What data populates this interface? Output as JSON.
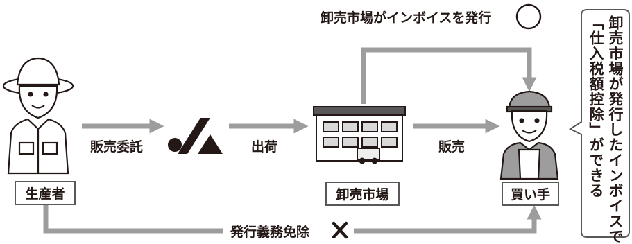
{
  "nodes": {
    "producer": "生産者",
    "market": "卸売市場",
    "buyer": "買い手"
  },
  "edges": {
    "consignment": "販売委託",
    "shipment": "出荷",
    "sale": "販売",
    "invoice": "卸売市場がインボイスを発行",
    "exemption": "発行義務免除"
  },
  "marks": {
    "ok": "○",
    "ng": "×"
  },
  "callout": {
    "line1": "卸売市場が発行したインボイスで",
    "line2": "「仕入税額控除」ができる"
  },
  "logo_text": "JA",
  "colors": {
    "arrow": "#9d9d9d",
    "text": "#231815",
    "border": "#595757"
  },
  "icons": [
    "farmer-icon",
    "ja-logo-icon",
    "market-building-icon",
    "buyer-icon",
    "circle-ok-icon",
    "cross-ng-icon"
  ]
}
